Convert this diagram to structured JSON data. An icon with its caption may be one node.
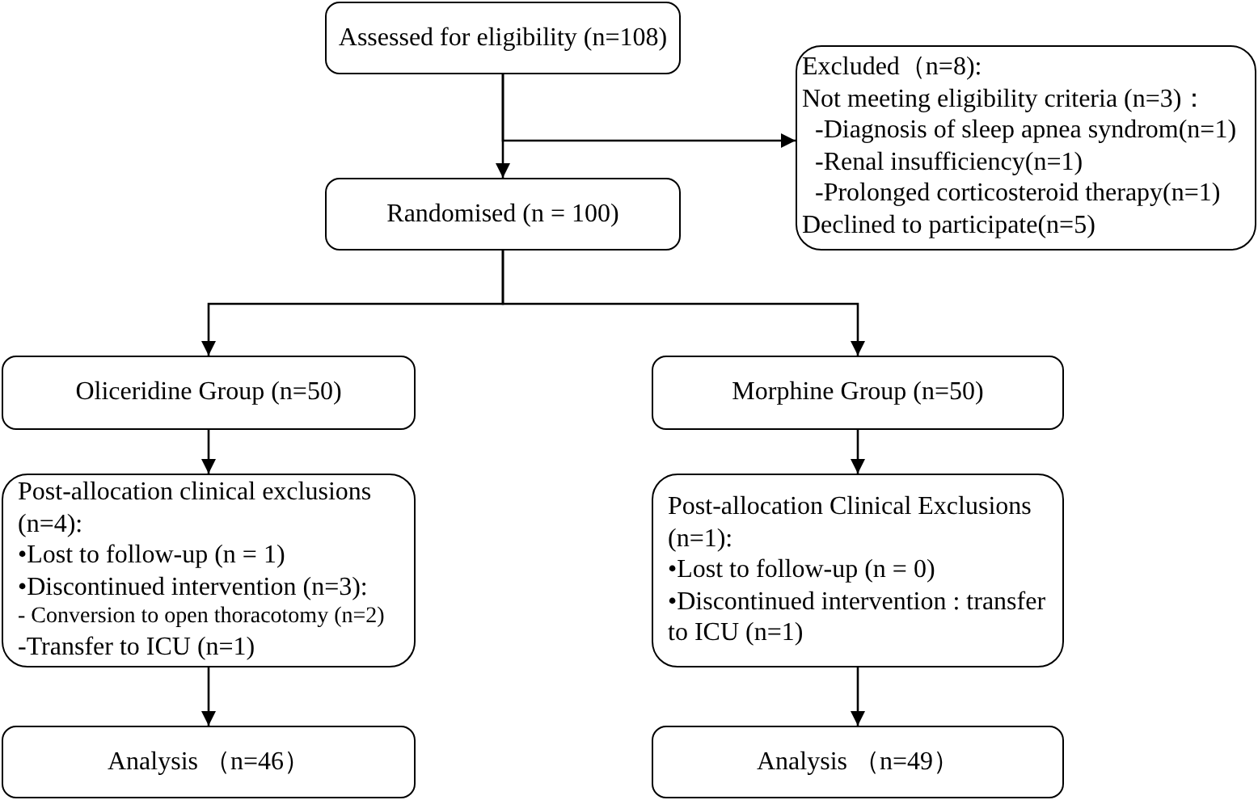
{
  "diagram": {
    "nodes": [
      {
        "text": [
          "Assessed for eligibility (n=108)"
        ]
      },
      {
        "text": [
          "Excluded（n=8):",
          "Not meeting eligibility criteria (n=3)：",
          "-Diagnosis of sleep apnea syndrom(n=1)",
          "-Renal insufficiency(n=1)",
          "-Prolonged corticosteroid therapy(n=1)",
          "Declined to participate(n=5)"
        ]
      },
      {
        "text": [
          "Randomised (n = 100)"
        ]
      },
      {
        "text": [
          "Oliceridine Group (n=50)"
        ]
      },
      {
        "text": [
          "Morphine Group (n=50)"
        ]
      },
      {
        "text": [
          "Post-allocation clinical exclusions (n=4):",
          "•Lost to follow-up (n = 1)",
          "•Discontinued intervention (n=3):",
          "- Conversion to open thoracotomy (n=2)",
          "-Transfer to ICU (n=1)"
        ]
      },
      {
        "text": [
          "Post-allocation Clinical Exclusions (n=1):",
          "•Lost to follow-up (n = 0)",
          "•Discontinued intervention : transfer to ICU (n=1)"
        ]
      },
      {
        "text": [
          "Analysis （n=46）"
        ]
      },
      {
        "text": [
          "Analysis （n=49）"
        ]
      }
    ],
    "edges": [
      {
        "from": 0,
        "to": 2,
        "arrow": "to"
      },
      {
        "from": 0,
        "to": 1,
        "arrow": "to"
      },
      {
        "from": 2,
        "to": 3,
        "arrow": "to"
      },
      {
        "from": 2,
        "to": 4,
        "arrow": "to"
      },
      {
        "from": 3,
        "to": 5,
        "arrow": "to"
      },
      {
        "from": 4,
        "to": 6,
        "arrow": "to"
      },
      {
        "from": 5,
        "to": 7,
        "arrow": "to"
      },
      {
        "from": 6,
        "to": 8,
        "arrow": "to"
      }
    ]
  }
}
